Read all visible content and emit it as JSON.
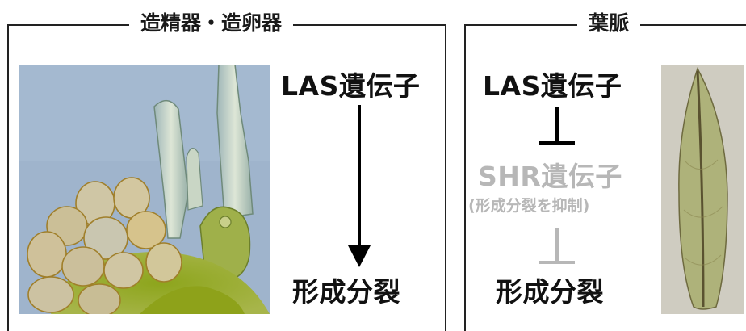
{
  "panels": {
    "left": {
      "title": "造精器・造卵器",
      "top_label": "LAS遺伝子",
      "bottom_label": "形成分裂"
    },
    "right": {
      "title": "葉脈",
      "top_label": "LAS遺伝子",
      "middle_label": "SHR遺伝子",
      "middle_note": "(形成分裂を抑制)",
      "bottom_label": "形成分裂"
    }
  },
  "colors": {
    "text": "#111111",
    "faded": "#b7b7b7",
    "frame": "#222222",
    "photo_background": "#9fb4cc",
    "leaf_background": "#cfccc1"
  }
}
